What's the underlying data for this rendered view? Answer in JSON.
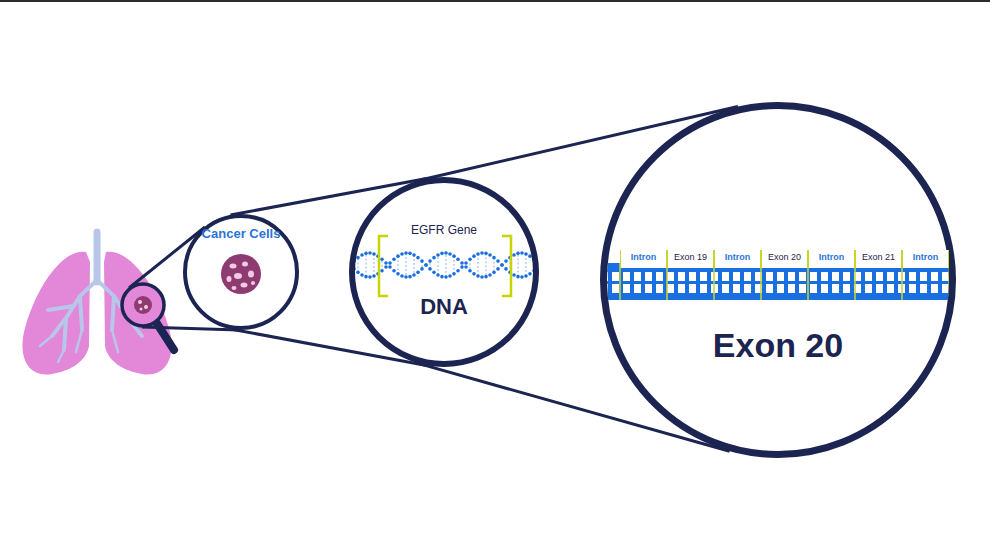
{
  "diagram": {
    "nodes": [
      {
        "text": [
          "Cancer Cells"
        ]
      },
      {
        "text": [
          "EGFR Gene",
          "DNA"
        ]
      },
      {
        "text": [
          "Exon 20"
        ]
      },
      {
        "text": [
          "Intron"
        ],
        "in": 2
      },
      {
        "text": [
          "Exon 19"
        ],
        "in": 2
      },
      {
        "text": [
          "Intron"
        ],
        "in": 2
      },
      {
        "text": [
          "Exon 20"
        ],
        "in": 2
      },
      {
        "text": [
          "Intron"
        ],
        "in": 2
      },
      {
        "text": [
          "Exon 21"
        ],
        "in": 2
      },
      {
        "text": [
          "Intron"
        ],
        "in": 2
      }
    ],
    "edges": [
      {
        "from": 0,
        "to": 1,
        "arrow": "none"
      },
      {
        "from": 1,
        "to": 2,
        "arrow": "none"
      }
    ]
  }
}
